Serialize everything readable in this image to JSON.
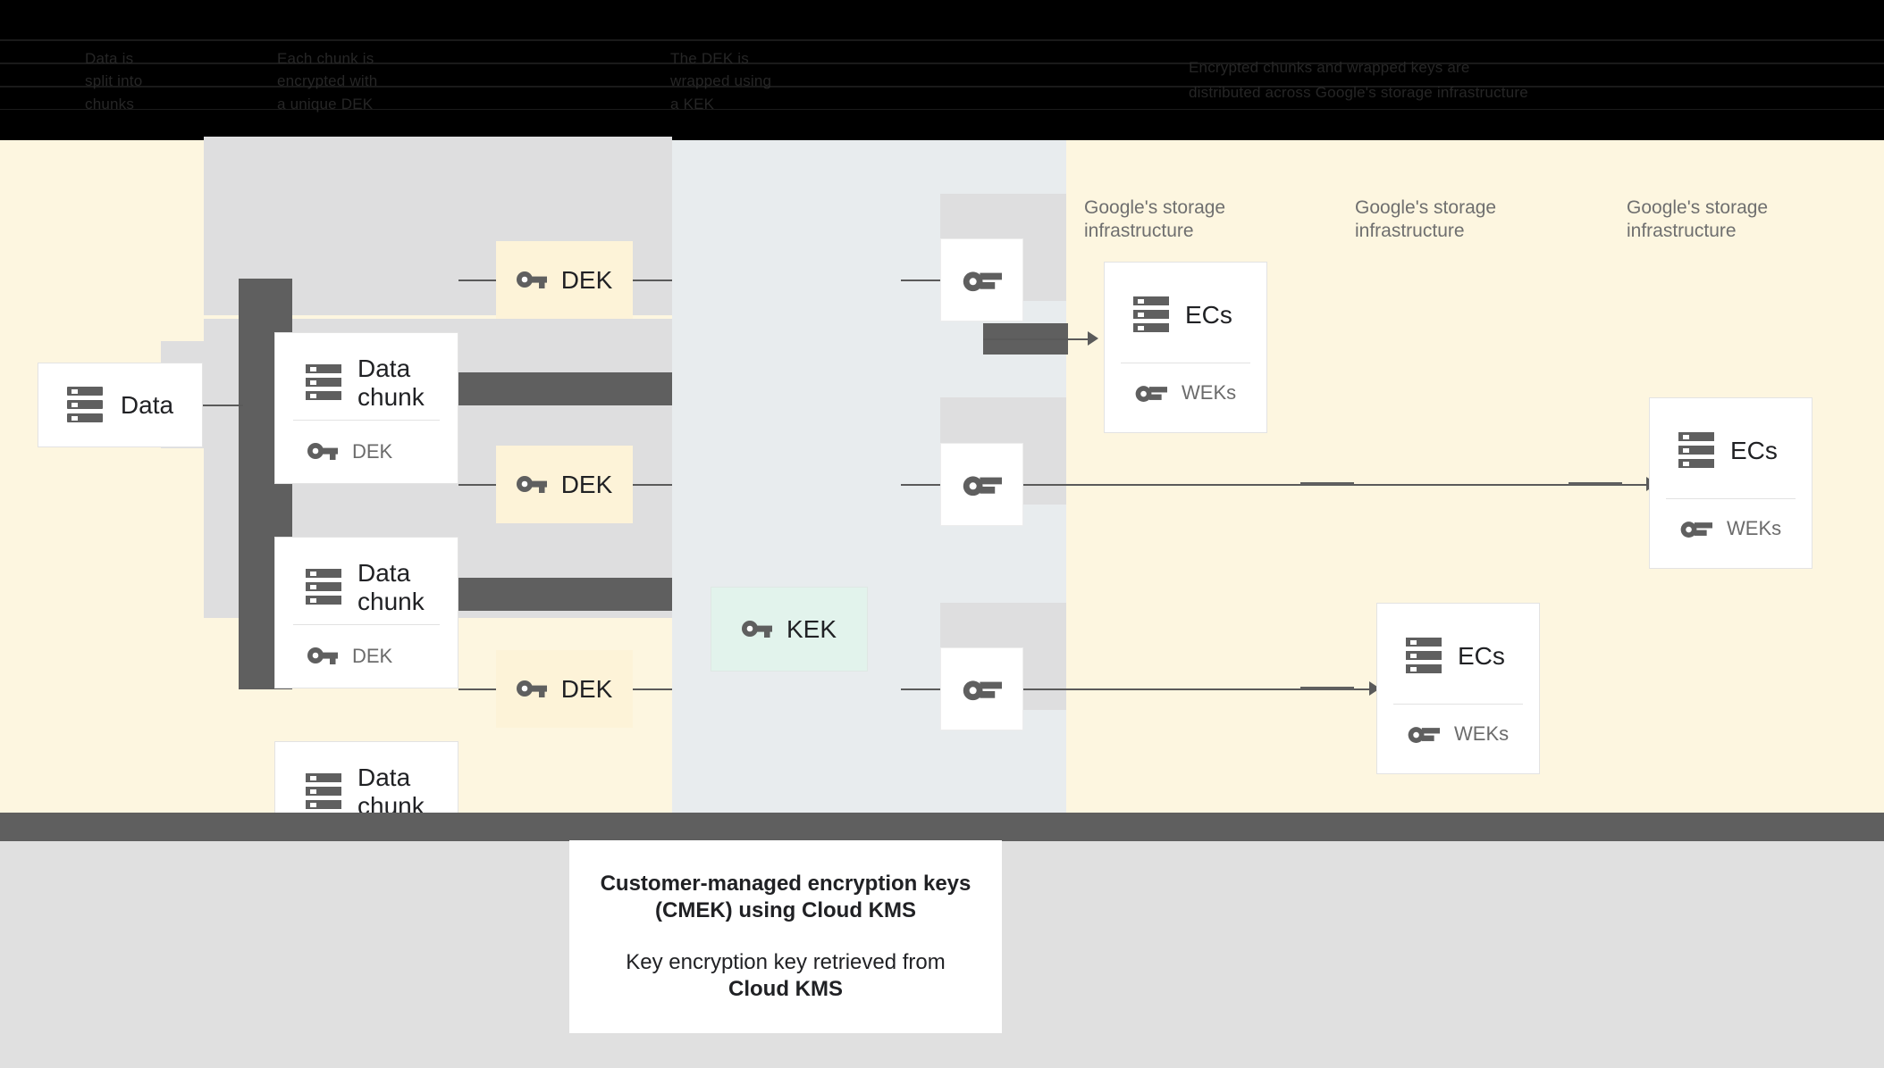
{
  "header": {
    "obscured": true,
    "note": "illegible dark-on-black text",
    "columns": [
      {
        "lines": [
          "Data is",
          "split into",
          "chunks"
        ]
      },
      {
        "lines": [
          "Each chunk is",
          "encrypted with",
          "a unique DEK"
        ]
      },
      {
        "lines": [
          "The DEK is",
          "wrapped using",
          "a KEK"
        ]
      },
      {
        "lines": [
          "Encrypted chunks and wrapped keys are",
          "distributed across Google's storage infrastructure"
        ]
      }
    ]
  },
  "diagram": {
    "source": {
      "label": "Data",
      "icon": "server-icon"
    },
    "chunks": [
      {
        "title": "Data\nchunk",
        "key_label": "DEK",
        "icon": "server-icon",
        "key_icon": "key-icon"
      },
      {
        "title": "Data\nchunk",
        "key_label": "DEK",
        "icon": "server-icon",
        "key_icon": "key-icon"
      },
      {
        "title": "Data\nchunk",
        "key_label": "DEK",
        "icon": "server-icon",
        "key_icon": "key-icon"
      }
    ],
    "deks": [
      {
        "label": "DEK",
        "icon": "key-icon"
      },
      {
        "label": "DEK",
        "icon": "key-icon"
      },
      {
        "label": "DEK",
        "icon": "key-icon"
      }
    ],
    "kek": {
      "label": "KEK",
      "icon": "key-icon"
    },
    "wrapped_keys": [
      {
        "icon": "key-icon"
      },
      {
        "icon": "key-icon"
      },
      {
        "icon": "key-icon"
      }
    ],
    "infra_labels": [
      "Google's storage\ninfrastructure",
      "Google's storage\ninfrastructure",
      "Google's storage\ninfrastructure"
    ],
    "storage_cards": [
      {
        "title": "ECs",
        "key_label": "WEKs",
        "icon": "server-icon",
        "key_icon": "key-icon"
      },
      {
        "title": "ECs",
        "key_label": "WEKs",
        "icon": "server-icon",
        "key_icon": "key-icon"
      },
      {
        "title": "ECs",
        "key_label": "WEKs",
        "icon": "server-icon",
        "key_icon": "key-icon"
      }
    ]
  },
  "caption": {
    "title_line1": "Customer-managed encryption keys",
    "title_line2": "(CMEK) using Cloud KMS",
    "body_line1": "Key encryption key retrieved from",
    "body_line2": "Cloud KMS"
  },
  "colors": {
    "cream": "#fdf6e0",
    "blue_grey": "#e8ecee",
    "dark_grey": "#5f5f5f",
    "light_grey": "#dededf",
    "dek_fill": "#fdf3d8",
    "kek_fill": "#e2f3ec",
    "footer_grey": "#e0e0e0",
    "icon_grey": "#5f5f5f",
    "text_dark": "#202124",
    "text_muted": "#6b6b6b"
  }
}
